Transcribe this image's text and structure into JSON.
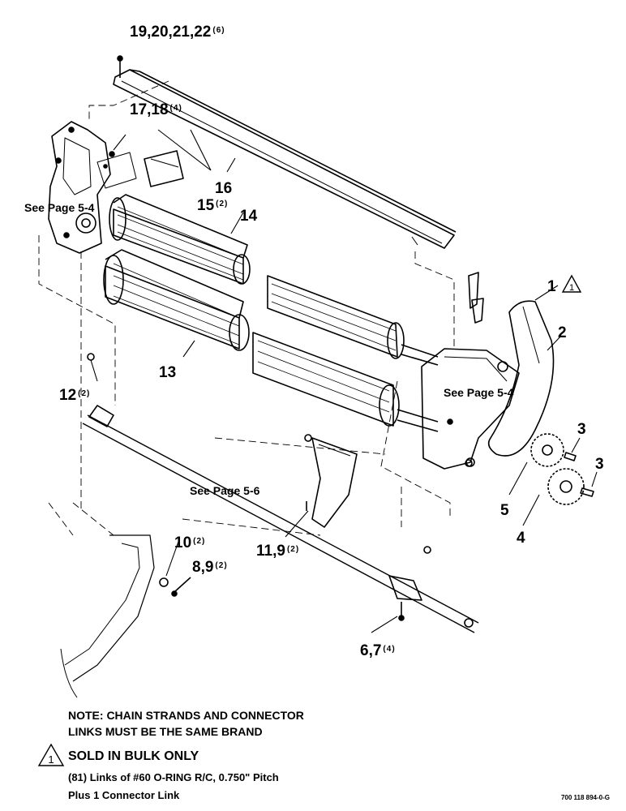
{
  "callouts": {
    "c19": {
      "label": "19,20,21,22",
      "qty": "(6)"
    },
    "c17": {
      "label": "17,18",
      "qty": "(4)"
    },
    "c16": {
      "label": "16",
      "qty": ""
    },
    "c15": {
      "label": "15",
      "qty": "(2)"
    },
    "c14": {
      "label": "14",
      "qty": ""
    },
    "c13": {
      "label": "13",
      "qty": ""
    },
    "c12": {
      "label": "12",
      "qty": "(2)"
    },
    "c1": {
      "label": "1",
      "qty": ""
    },
    "c2": {
      "label": "2",
      "qty": ""
    },
    "c3a": {
      "label": "3",
      "qty": ""
    },
    "c3b": {
      "label": "3",
      "qty": ""
    },
    "c5": {
      "label": "5",
      "qty": ""
    },
    "c4": {
      "label": "4",
      "qty": ""
    },
    "c10": {
      "label": "10",
      "qty": "(2)"
    },
    "c8": {
      "label": "8,9",
      "qty": "(2)"
    },
    "c11": {
      "label": "11,9",
      "qty": "(2)"
    },
    "c6": {
      "label": "6,7",
      "qty": "(4)"
    }
  },
  "flag_number": "1",
  "xrefs": {
    "left": "See Page 5-4",
    "right": "See Page 5-4",
    "bottom": "See Page 5-6"
  },
  "notes": {
    "note_line1": "NOTE: CHAIN STRANDS AND CONNECTOR",
    "note_line2": "LINKS MUST BE THE SAME BRAND",
    "bulk_title": "SOLD IN BULK ONLY",
    "bulk_detail1": "(81) Links of #60 O-RING R/C, 0.750\" Pitch",
    "bulk_detail2": "Plus 1 Connector Link"
  },
  "drawing_number": "700 118 894-0-G"
}
